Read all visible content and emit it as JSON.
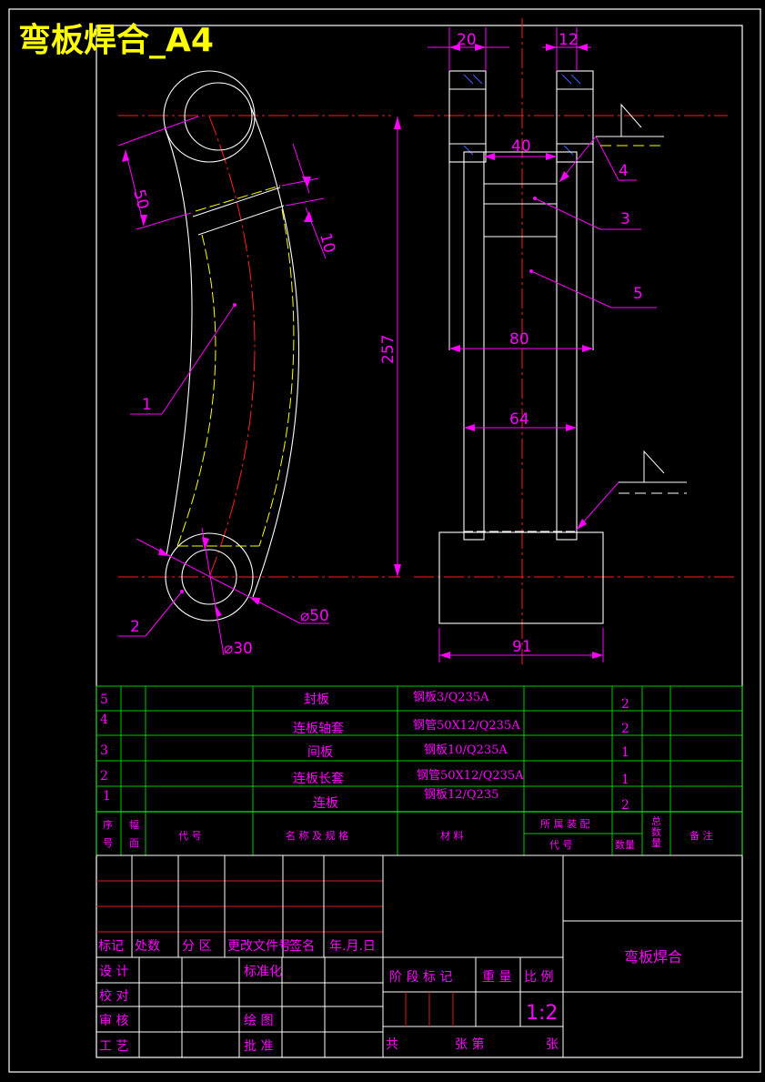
{
  "title": "弯板焊合_A4",
  "dimensions": {
    "d20": "20",
    "d12": "12",
    "d40": "40",
    "d80": "80",
    "d64": "64",
    "d91": "91",
    "d257": "257",
    "d50": "50",
    "d10": "10",
    "dia50": "⌀50",
    "dia30": "⌀30"
  },
  "balloons": {
    "b1": "1",
    "b2": "2",
    "b3": "3",
    "b4": "4",
    "b5": "5"
  },
  "bom": {
    "rows": [
      {
        "no": "5",
        "name": "封板",
        "material": "钢板3/Q235A",
        "qty": "2"
      },
      {
        "no": "4",
        "name": "连板轴套",
        "material": "钢管50X12/Q235A",
        "qty": "2"
      },
      {
        "no": "3",
        "name": "间板",
        "material": "钢板10/Q235A",
        "qty": "1"
      },
      {
        "no": "2",
        "name": "连板长套",
        "material": "钢管50X12/Q235A",
        "qty": "1"
      },
      {
        "no": "1",
        "name": "连板",
        "material": "钢板12/Q235",
        "qty": "2"
      }
    ],
    "header": {
      "seq_a": "序",
      "seq_b": "号",
      "sheet_a": "幅",
      "sheet_b": "面",
      "code": "代          号",
      "name_spec": "名  称  及  规  格",
      "material": "材          料",
      "assembly": "所  属  装  配",
      "asm_code": "代      号",
      "asm_qty": "数量",
      "total_qty_a": "总",
      "total_qty_b": "数",
      "total_qty_c": "量",
      "remark": "备    注"
    }
  },
  "title_block": {
    "rev_labels": [
      "标记",
      "处数",
      "分  区",
      "更改文件号",
      "签名",
      "年.月.日"
    ],
    "design": "设  计",
    "check": "校  对",
    "review": "审  核",
    "process": "工  艺",
    "standard": "标准化",
    "draw": "绘  图",
    "approve": "批  准",
    "stage_label": "阶  段  标  记",
    "weight_label": "重  量",
    "scale_label": "比  例",
    "scale": "1:2",
    "sheets_total": "共",
    "sheets_label": "张  第",
    "sheet_end": "张",
    "drawing_name": "弯板焊合"
  }
}
